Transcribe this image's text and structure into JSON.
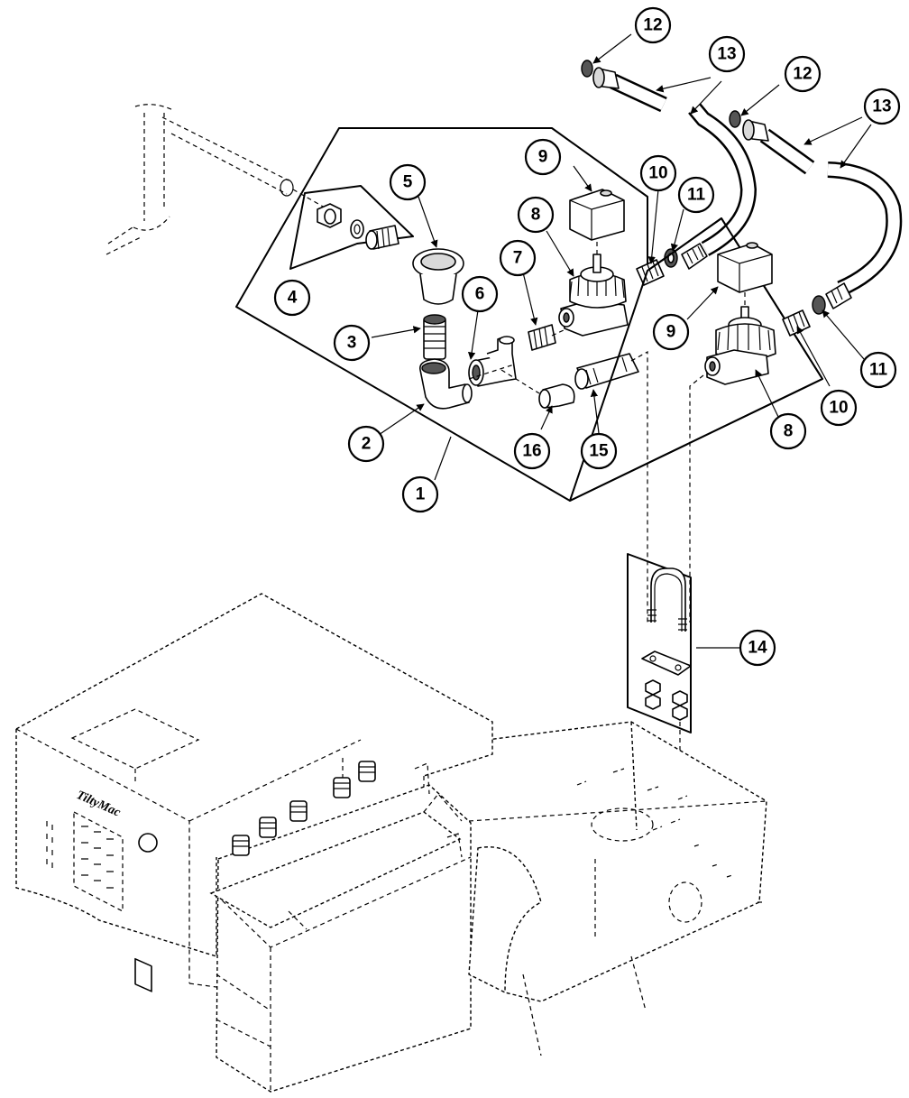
{
  "callouts": {
    "c1": "1",
    "c2": "2",
    "c3": "3",
    "c4": "4",
    "c5": "5",
    "c6": "6",
    "c7": "7",
    "c8a": "8",
    "c8b": "8",
    "c9a": "9",
    "c9b": "9",
    "c10a": "10",
    "c10b": "10",
    "c11a": "11",
    "c11b": "11",
    "c12a": "12",
    "c12b": "12",
    "c13a": "13",
    "c13b": "13",
    "c14": "14",
    "c15": "15",
    "c16": "16"
  },
  "control_panel": {
    "brand_logo": "TiltyMac"
  },
  "colors": {
    "line": "#000000",
    "background": "#ffffff",
    "shade": "#d9d9d9"
  }
}
